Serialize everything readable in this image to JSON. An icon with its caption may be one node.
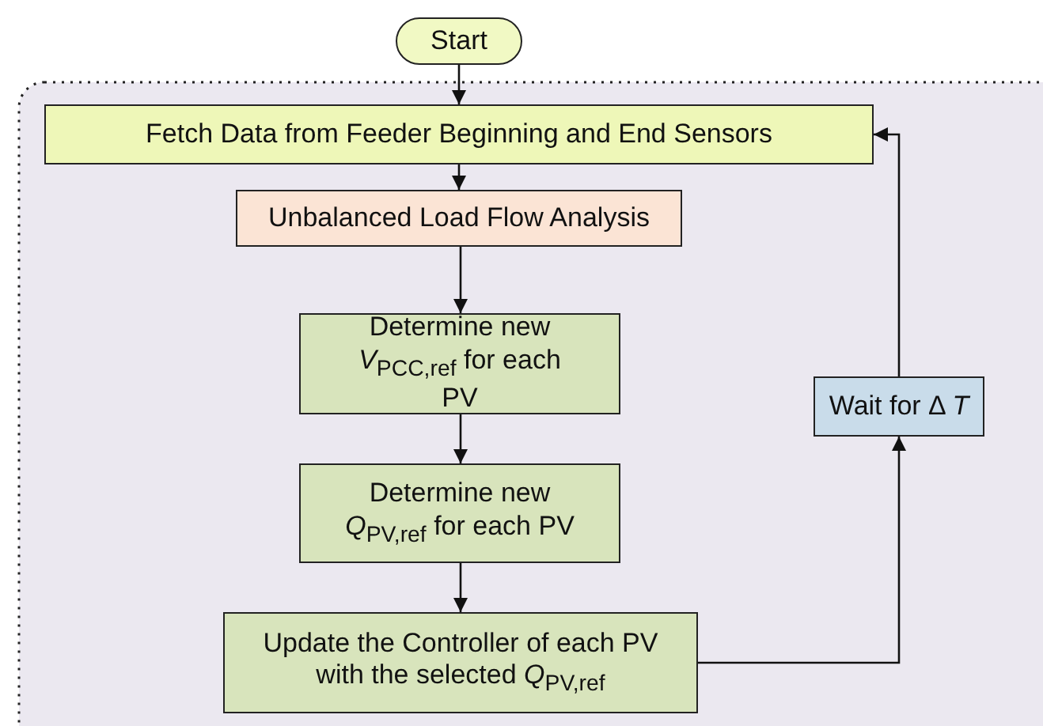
{
  "diagram": {
    "nodes": [
      {
        "text": [
          "Start"
        ]
      },
      {
        "text": [
          "Fetch Data from Feeder Beginning and End Sensors"
        ]
      },
      {
        "text": [
          "Unbalanced Load Flow Analysis"
        ]
      },
      {
        "text": [
          "Determine new *V*$_{PCC,ref}$ for each PV"
        ]
      },
      {
        "text": [
          "Determine new *Q*$_{PV,ref}$ for each PV"
        ]
      },
      {
        "text": [
          "Update the Controller of each PV with the selected *Q*$_{PV,ref}$"
        ]
      },
      {
        "text": [
          "Wait for Δ *T*"
        ]
      }
    ],
    "edges": [
      {
        "from": 0,
        "to": 1,
        "arrow": "to"
      },
      {
        "from": 1,
        "to": 2,
        "arrow": "to"
      },
      {
        "from": 2,
        "to": 3,
        "arrow": "to"
      },
      {
        "from": 3,
        "to": 4,
        "arrow": "to"
      },
      {
        "from": 4,
        "to": 5,
        "arrow": "to"
      },
      {
        "from": 5,
        "to": 6,
        "arrow": "to"
      },
      {
        "from": 6,
        "to": 1,
        "arrow": "to"
      }
    ]
  }
}
